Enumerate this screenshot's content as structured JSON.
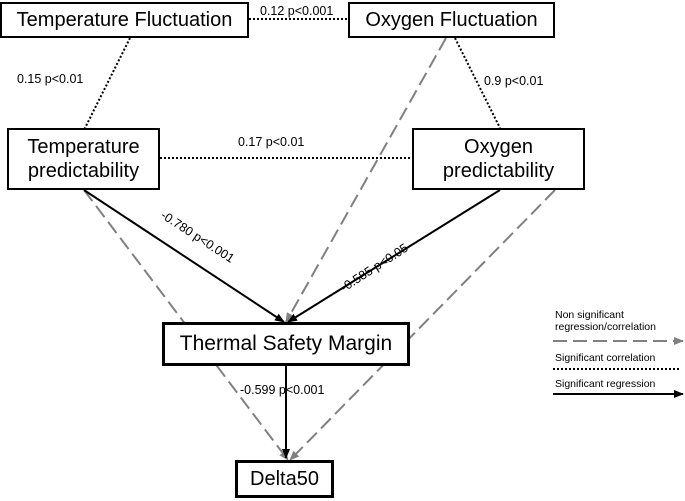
{
  "nodes": {
    "temp_fluct": "Temperature Fluctuation",
    "oxy_fluct": "Oxygen Fluctuation",
    "temp_pred": "Temperature predictability",
    "oxy_pred": "Oxygen predictability",
    "tsm": "Thermal Safety Margin",
    "delta50": "Delta50"
  },
  "labels": {
    "tf_of": "0.12  p<0.001",
    "tf_tp": "0.15   p<0.01",
    "of_op": "0.9   p<0.01",
    "tp_op": "0.17  p<0.01",
    "tp_tsm": "-0.780    p<0.001",
    "op_tsm": "-0.585 p<0.05",
    "tsm_d50": "-0.599  p<0.001"
  },
  "legend": {
    "nonsig": "Non significant regression/correlation",
    "sig_corr": "Significant correlation",
    "sig_reg": "Significant regression"
  },
  "colors": {
    "significant": "#000000",
    "non_significant": "#808080"
  }
}
